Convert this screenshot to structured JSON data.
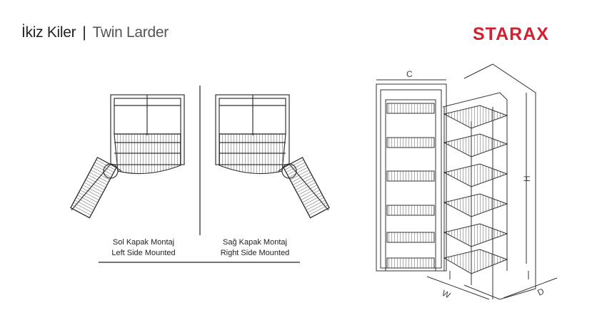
{
  "header": {
    "title_tr": "İkiz Kiler",
    "separator": "|",
    "title_en": "Twin Larder",
    "brand_logo": "STARAX"
  },
  "captions": {
    "left": {
      "tr": "Sol Kapak Montaj",
      "en": "Left Side Mounted"
    },
    "right": {
      "tr": "Sağ Kapak Montaj",
      "en": "Right Side Mounted"
    }
  },
  "dimensions": {
    "c": "C",
    "h": "H",
    "w": "W",
    "d": "D"
  },
  "colors": {
    "brand": "#d3202f",
    "line": "#333333"
  }
}
